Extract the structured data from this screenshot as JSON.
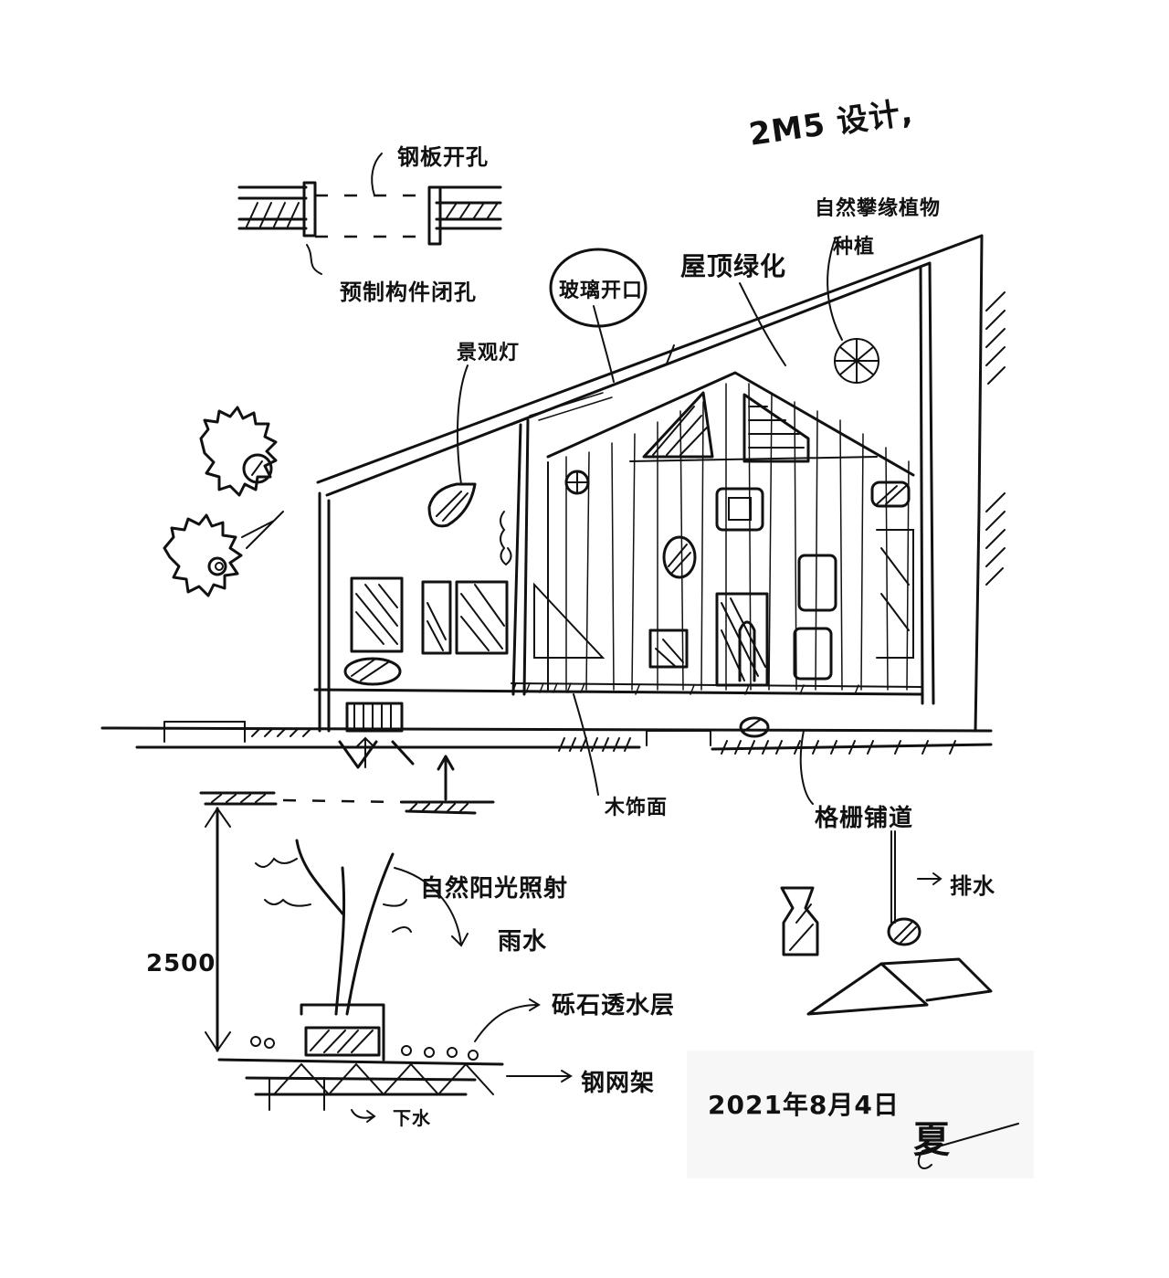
{
  "sketch": {
    "type": "hand-drawn architectural elevation sketch",
    "ink_color": "#111111",
    "paper_color": "#ffffff"
  },
  "title_annotation": {
    "text": "2M5 设计,"
  },
  "labels": {
    "opening_detail": "钢板开孔",
    "opening_detail_bottom": "预制构件闭孔",
    "skylight": "玻璃开口",
    "roof_detail": "屋顶绿化",
    "vines": "自然攀缘植物",
    "vines_line2": "种植",
    "lamp": "景观灯",
    "wood_facade": "木饰面",
    "paving": "格栅铺道",
    "drainage": "排水",
    "rain": "雨水",
    "sunlight": "自然阳光照射",
    "gravel": "砾石透水层",
    "steel_grid": "钢网架",
    "water": "下水",
    "dimension": "2500"
  },
  "date_signature": {
    "date": "2021年8月4日",
    "signature": "夏"
  }
}
